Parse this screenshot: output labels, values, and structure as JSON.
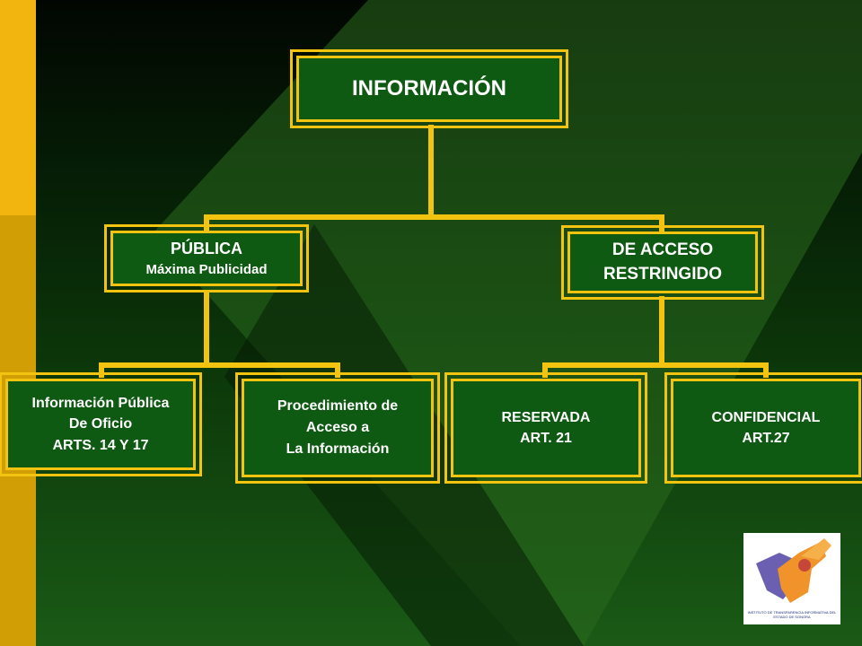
{
  "diagram": {
    "root": {
      "label": "INFORMACIÓN"
    },
    "publica": {
      "title": "PÚBLICA",
      "subtitle": "Máxima Publicidad"
    },
    "restringido": {
      "line1": "DE ACCESO",
      "line2": "RESTRINGIDO"
    },
    "oficio": {
      "line1": "Información Pública",
      "line2": "De Oficio",
      "line3": "ARTS. 14 Y 17"
    },
    "procedimiento": {
      "line1": "Procedimiento de",
      "line2": "Acceso a",
      "line3": "La Información"
    },
    "reservada": {
      "line1": "RESERVADA",
      "line2": "ART. 21"
    },
    "confidencial": {
      "line1": "CONFIDENCIAL",
      "line2": "ART.27"
    }
  },
  "logo": {
    "icon": "transparency-institute-logo",
    "caption": "INSTITUTO DE TRANSPARENCIA INFORMATIVA DEL ESTADO DE SONORA"
  },
  "colors": {
    "box_fill": "#0f5a12",
    "border": "#f2c40f",
    "connector": "#f2c40f",
    "left_bar": "#f2b50f",
    "background": "#0b2a08"
  }
}
